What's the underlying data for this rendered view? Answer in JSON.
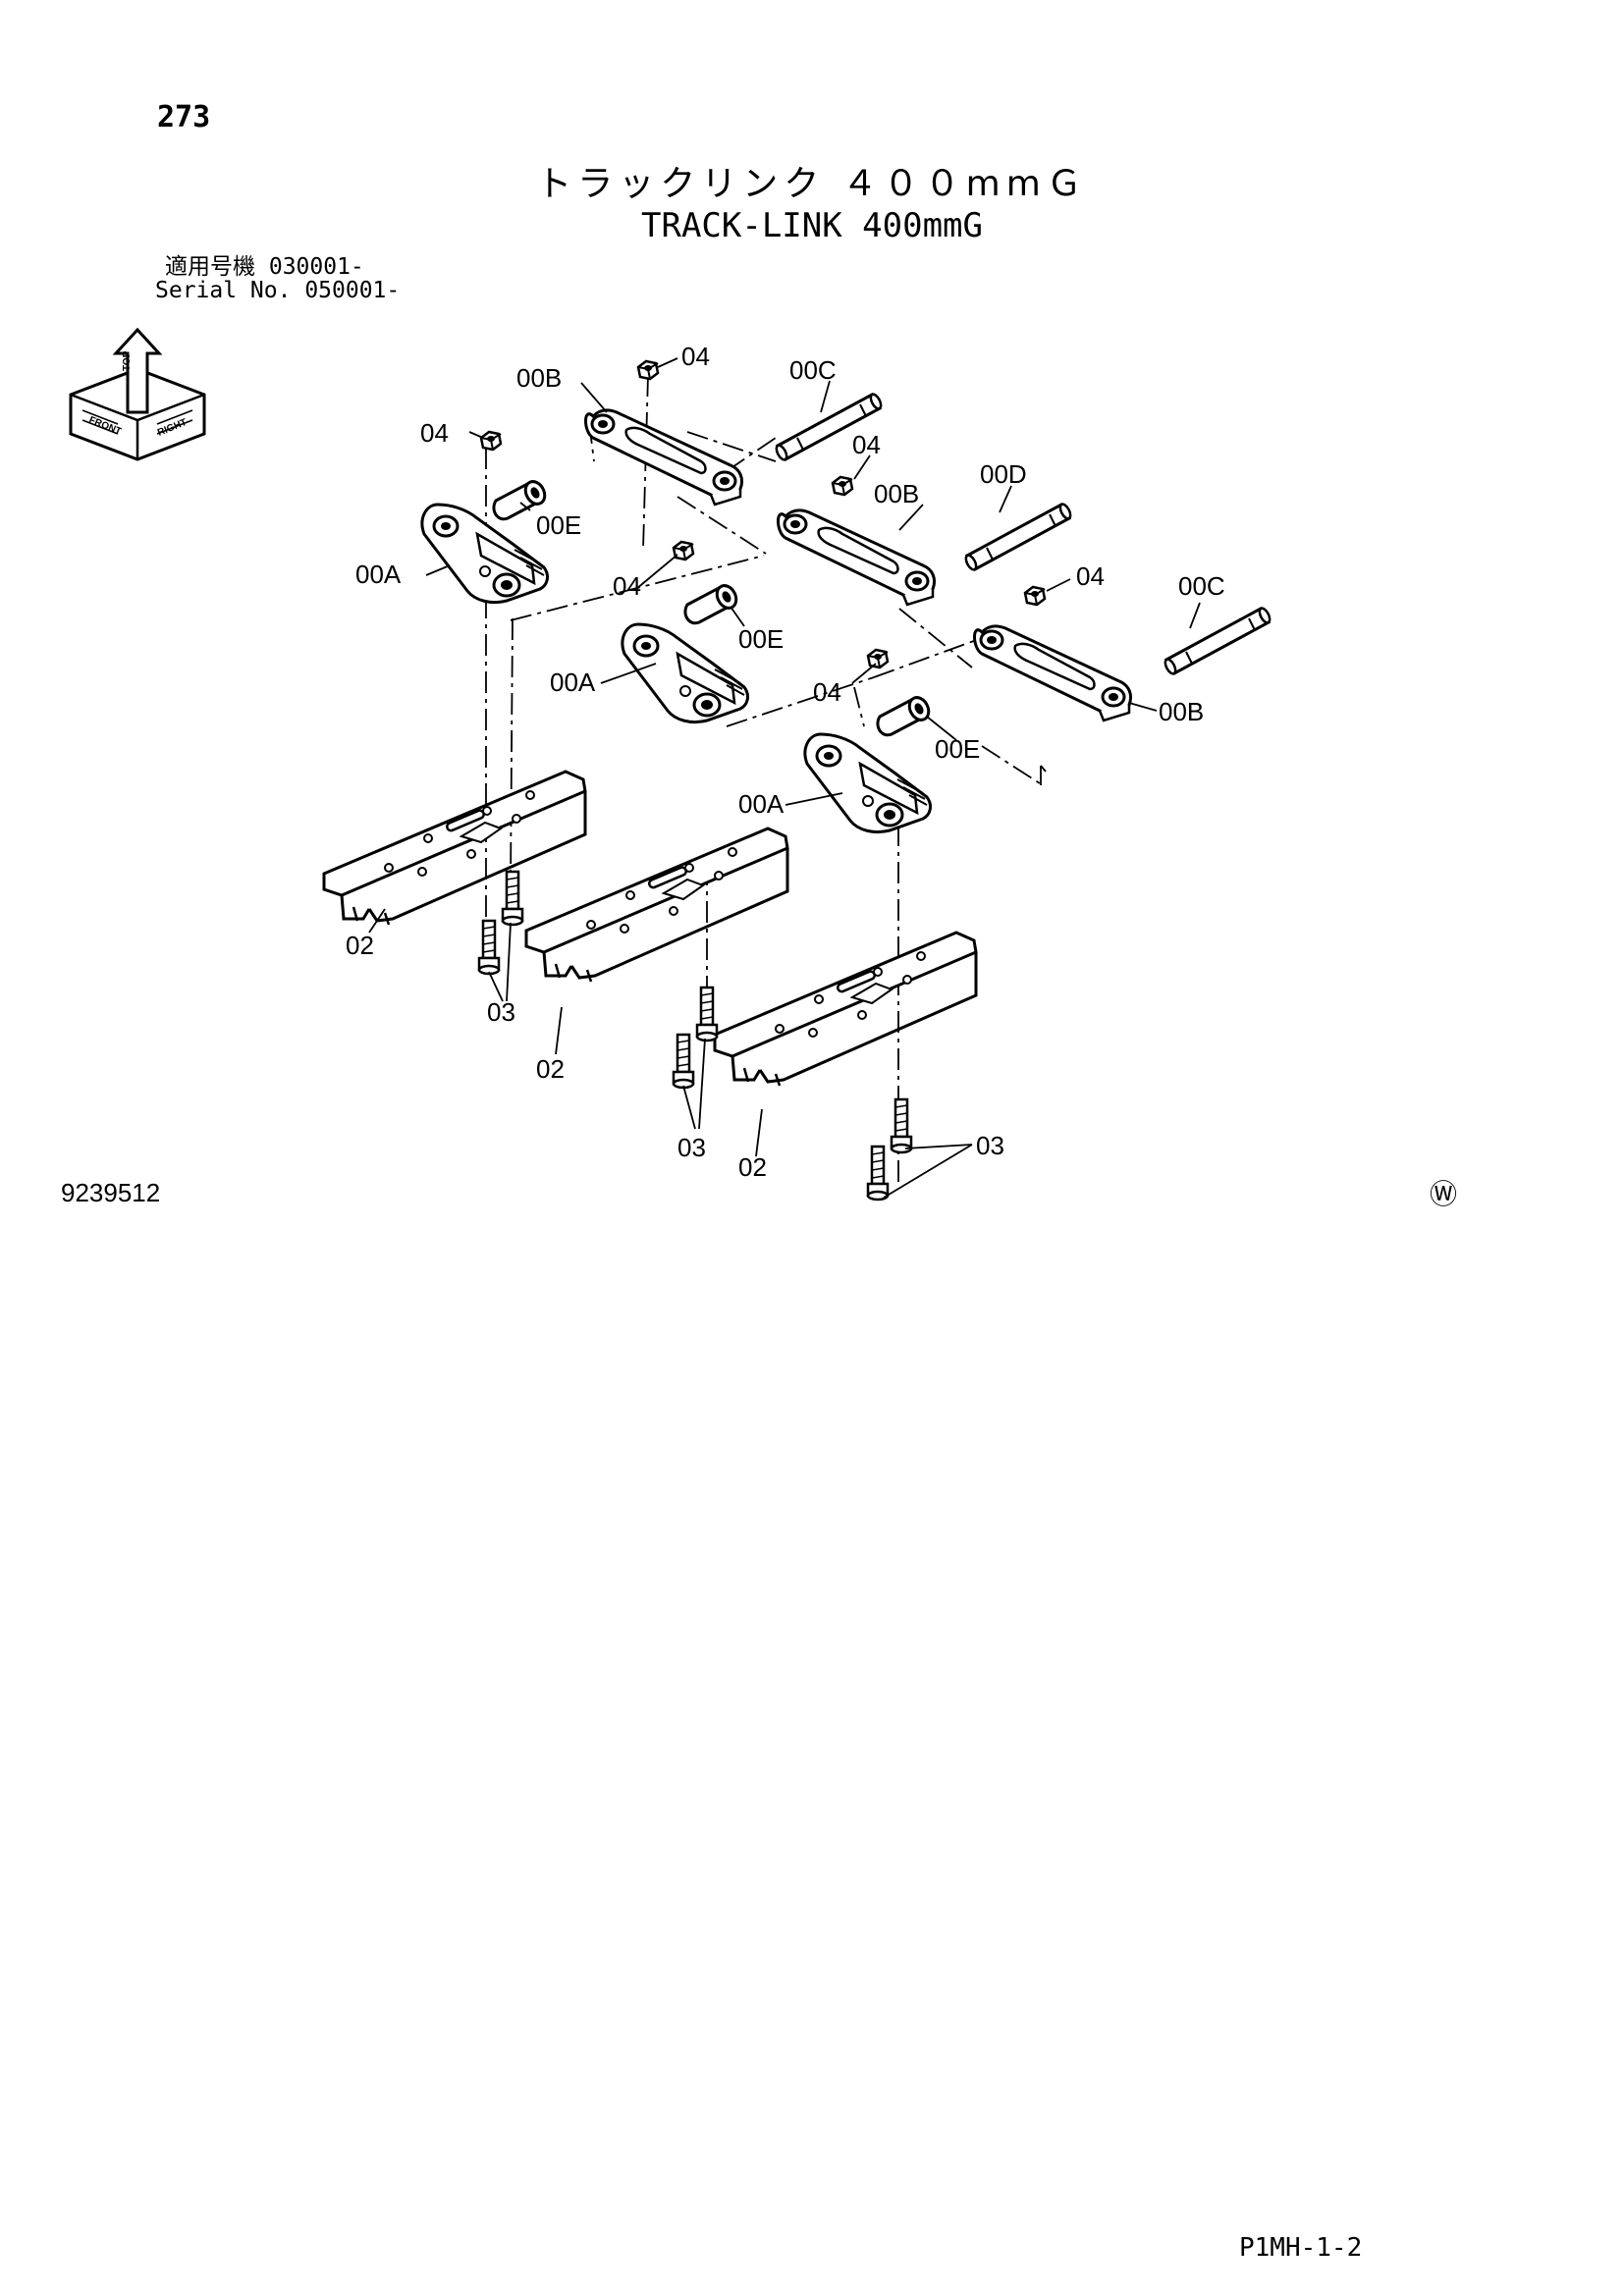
{
  "page_number": "273",
  "title_jp": "トラックリンク ４００mmＧ",
  "title_en": "TRACK-LINK 400mmG",
  "serial": {
    "line1": "適用号機 030001-",
    "line2": "Serial No. 050001-"
  },
  "compass": {
    "top": "TOP",
    "front": "FRONT",
    "right": "RIGHT"
  },
  "callouts": {
    "c04_a": "04",
    "c04_b": "04",
    "c04_c": "04",
    "c04_d": "04",
    "c04_e": "04",
    "c04_f": "04",
    "c00a_a": "00A",
    "c00a_b": "00A",
    "c00a_c": "00A",
    "c00b_a": "00B",
    "c00b_b": "00B",
    "c00b_c": "00B",
    "c00c_a": "00C",
    "c00c_b": "00C",
    "c00d": "00D",
    "c00e_a": "00E",
    "c00e_b": "00E",
    "c00e_c": "00E",
    "c02_a": "02",
    "c02_b": "02",
    "c02_c": "02",
    "c03_a": "03",
    "c03_b": "03",
    "c03_c": "03"
  },
  "illustration_number": "9239512",
  "w_mark": "Ⓦ",
  "page_code": "P1MH-1-2"
}
